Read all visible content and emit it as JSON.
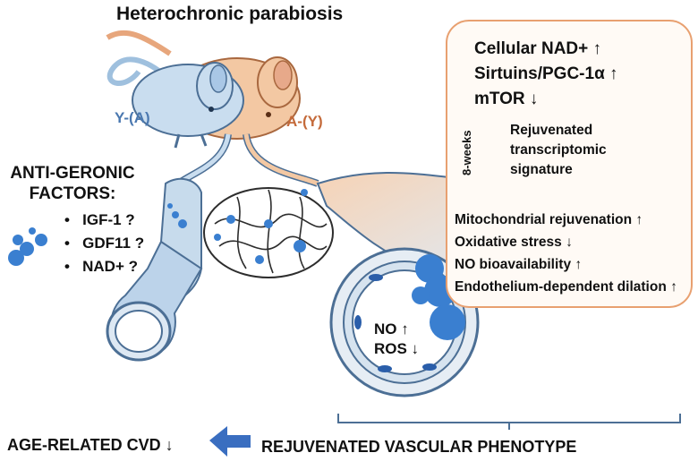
{
  "title": "Heterochronic parabiosis",
  "mice": {
    "young_label": "Y-(A)",
    "aged_label": "A-(Y)"
  },
  "factors": {
    "title_line1": "ANTI-GERONIC",
    "title_line2": "FACTORS:",
    "items": [
      "IGF-1 ?",
      "GDF11 ?",
      "NAD+ ?"
    ]
  },
  "box": {
    "lines": [
      "Cellular NAD+ ↑",
      "Sirtuins/PGC-1α ↑",
      "mTOR ↓"
    ],
    "weeks": "8-weeks",
    "signature": [
      "Rejuvenated",
      "transcriptomic",
      "signature"
    ],
    "effects": [
      "Mitochondrial rejuvenation ↑",
      "Oxidative stress ↓",
      "NO bioavailability ↑",
      "Endothelium-dependent dilation ↑"
    ]
  },
  "vessel": {
    "no": "NO ↑",
    "ros": "ROS ↓"
  },
  "bottom": {
    "cvd": "AGE-RELATED CVD ↓",
    "phenotype": "REJUVENATED VASCULAR PHENOTYPE"
  },
  "colors": {
    "young": "#b9d3ea",
    "aged": "#f0c39e",
    "accent": "#3a6ec0",
    "box_border": "#e8a070"
  }
}
